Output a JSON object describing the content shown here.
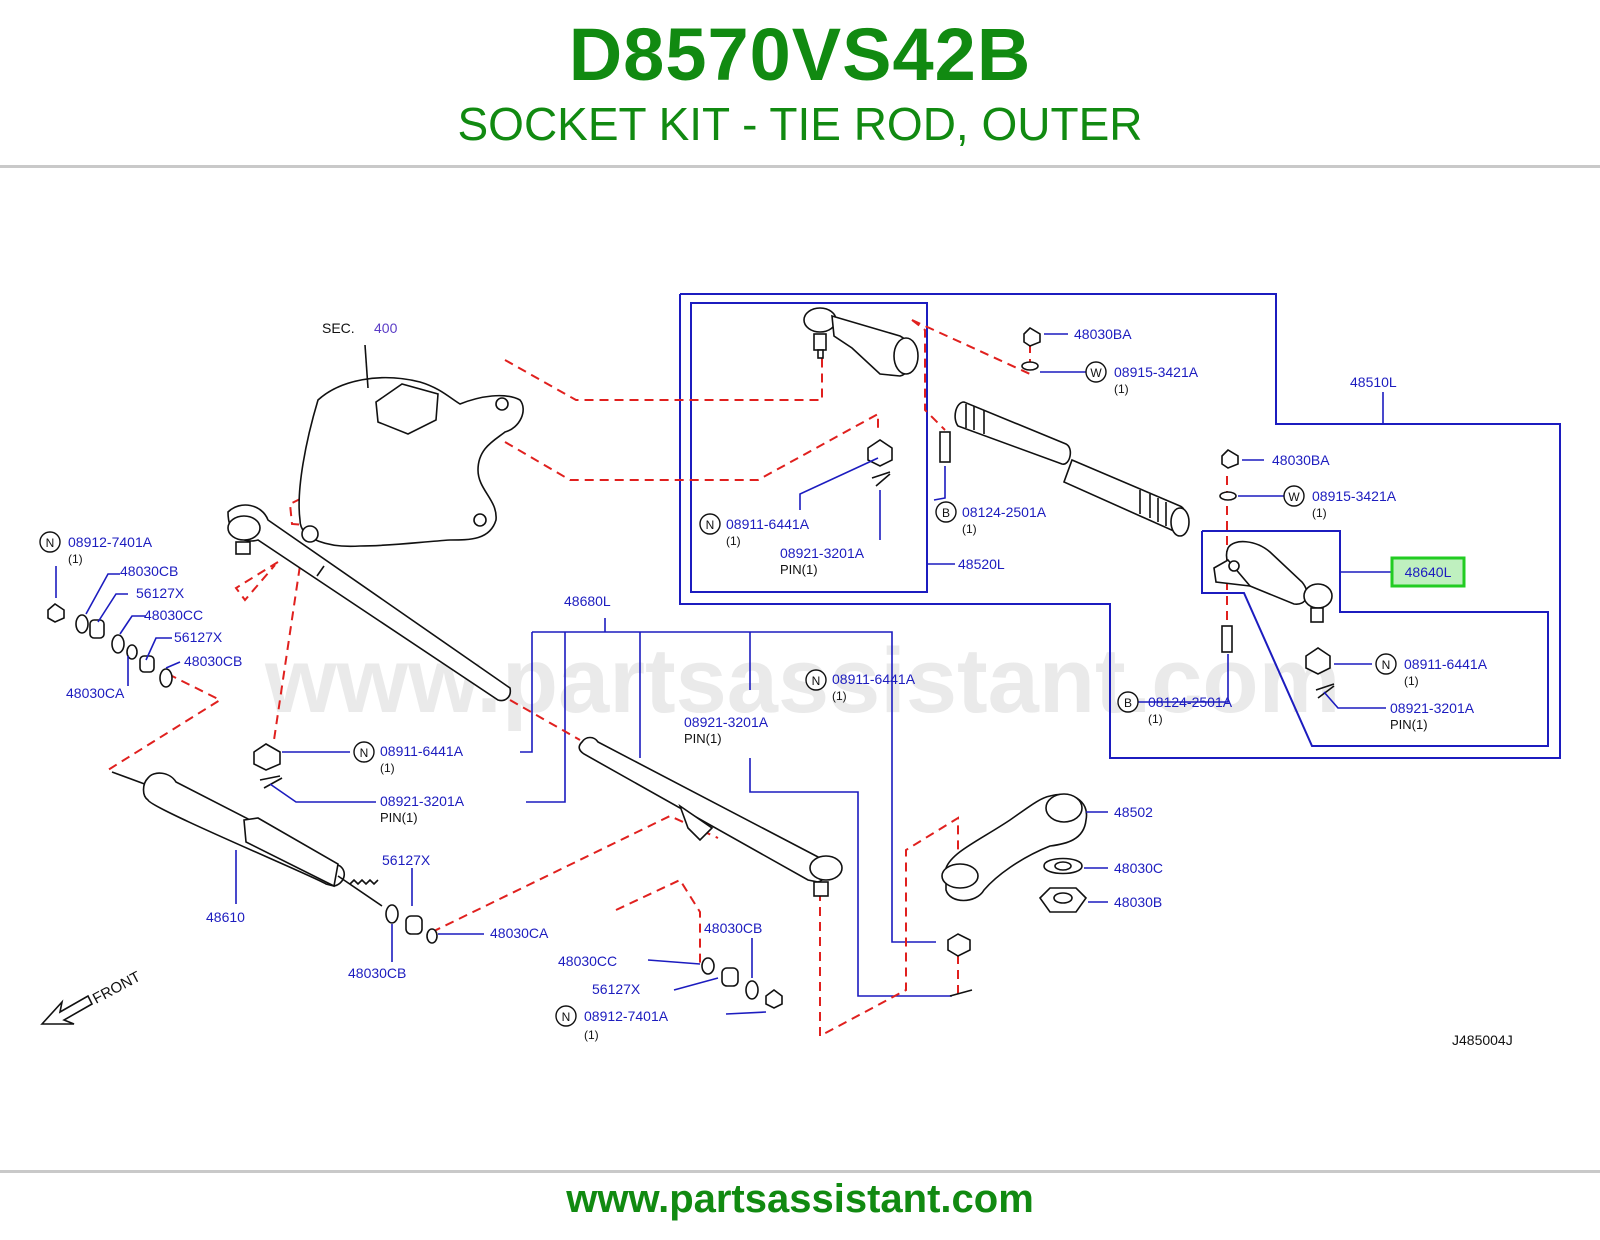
{
  "header": {
    "part_number": "D8570VS42B",
    "part_name": "SOCKET KIT - TIE ROD, OUTER"
  },
  "footer": {
    "url": "www.partsassistant.com"
  },
  "watermark": "www.partsassistant.com",
  "diagram": {
    "sec_label": "SEC.",
    "sec_number": "400",
    "front_label": "FRONT",
    "figure_code": "J485004J",
    "highlighted_part": "48640L",
    "colors": {
      "title": "#118a11",
      "labels": "#1c1cbf",
      "dashed": "#e0201e",
      "highlight_border": "#22cc22",
      "highlight_fill": "#bff0bf"
    },
    "labels": {
      "l_48030BA_a": "48030BA",
      "l_08915_a": "08915-3421A",
      "q_08915_a": "(1)",
      "l_48510L": "48510L",
      "l_48030BA_b": "48030BA",
      "l_08915_b": "08915-3421A",
      "q_08915_b": "(1)",
      "l_08124_a": "08124-2501A",
      "q_08124_a": "(1)",
      "l_08911_a": "08911-6441A",
      "q_08911_a": "(1)",
      "l_08921_a": "08921-3201A",
      "p_08921_a": "PIN(1)",
      "l_48520L": "48520L",
      "l_48640L": "48640L",
      "l_08911_b": "08911-6441A",
      "q_08911_b": "(1)",
      "l_08921_b": "08921-3201A",
      "p_08921_b": "PIN(1)",
      "l_08124_b": "08124-2501A",
      "q_08124_b": "(1)",
      "l_08912_a": "08912-7401A",
      "q_08912_a": "(1)",
      "l_48030CB_a": "48030CB",
      "l_56127X_a": "56127X",
      "l_48030CC_a": "48030CC",
      "l_56127X_b": "56127X",
      "l_48030CB_b": "48030CB",
      "l_48030CA_a": "48030CA",
      "l_48680L": "48680L",
      "l_08911_c": "08911-6441A",
      "q_08911_c": "(1)",
      "l_08921_c": "08921-3201A",
      "p_08921_c": "PIN(1)",
      "l_08911_d": "08911-6441A",
      "q_08911_d": "(1)",
      "l_08921_d": "08921-3201A",
      "p_08921_d": "PIN(1)",
      "l_48502": "48502",
      "l_48030C": "48030C",
      "l_48030B": "48030B",
      "l_56127X_c": "56127X",
      "l_48610": "48610",
      "l_48030CA_b": "48030CA",
      "l_48030CB_c": "48030CB",
      "l_48030CB_d": "48030CB",
      "l_48030CC_b": "48030CC",
      "l_56127X_d": "56127X",
      "l_08912_b": "08912-7401A",
      "q_08912_b": "(1)"
    },
    "callouts": {
      "nut": "N",
      "washer": "W",
      "bolt": "B"
    }
  }
}
